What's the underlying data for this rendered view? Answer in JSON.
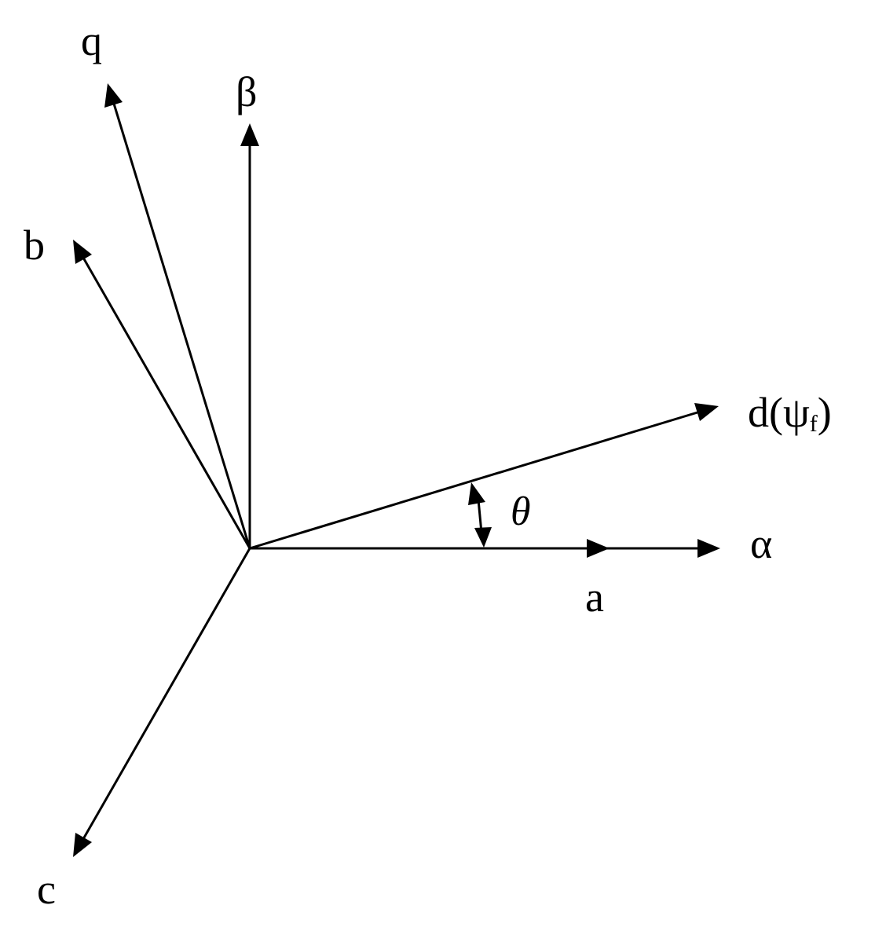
{
  "diagram": {
    "labels": {
      "q": "q",
      "beta": "β",
      "b": "b",
      "d_prefix": "d(",
      "psi": "ψ",
      "psi_sub": "f",
      "d_suffix": ")",
      "theta": "θ",
      "alpha": "α",
      "a": "a",
      "c": "c"
    },
    "colors": {
      "stroke": "#000000",
      "background": "#ffffff"
    }
  }
}
